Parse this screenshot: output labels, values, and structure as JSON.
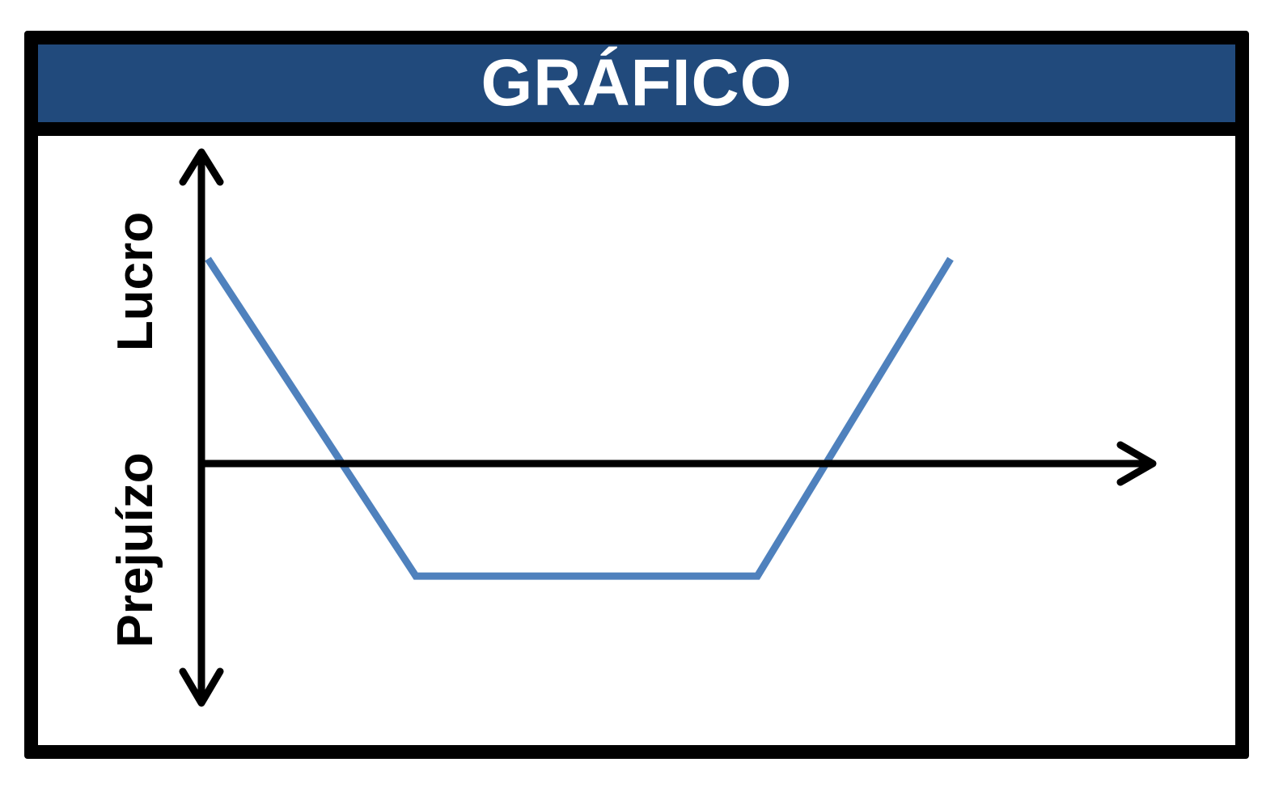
{
  "title": "GRÁFICO",
  "labels": {
    "profit": "Lucro",
    "loss": "Prejuízo"
  },
  "colors": {
    "header_bg": "#214a7c",
    "payoff_line": "#4f81bd",
    "axis": "#000000"
  },
  "chart_data": {
    "type": "line",
    "title": "GRÁFICO",
    "ylabel_top": "Lucro",
    "ylabel_bottom": "Prejuízo",
    "xlabel": "",
    "xlim": [
      0,
      10
    ],
    "ylim": [
      -5,
      5
    ],
    "grid": false,
    "series": [
      {
        "points": [
          [
            0,
            2
          ],
          [
            2.8,
            -1.1
          ],
          [
            7.4,
            -1.1
          ],
          [
            10,
            2
          ]
        ]
      }
    ]
  }
}
